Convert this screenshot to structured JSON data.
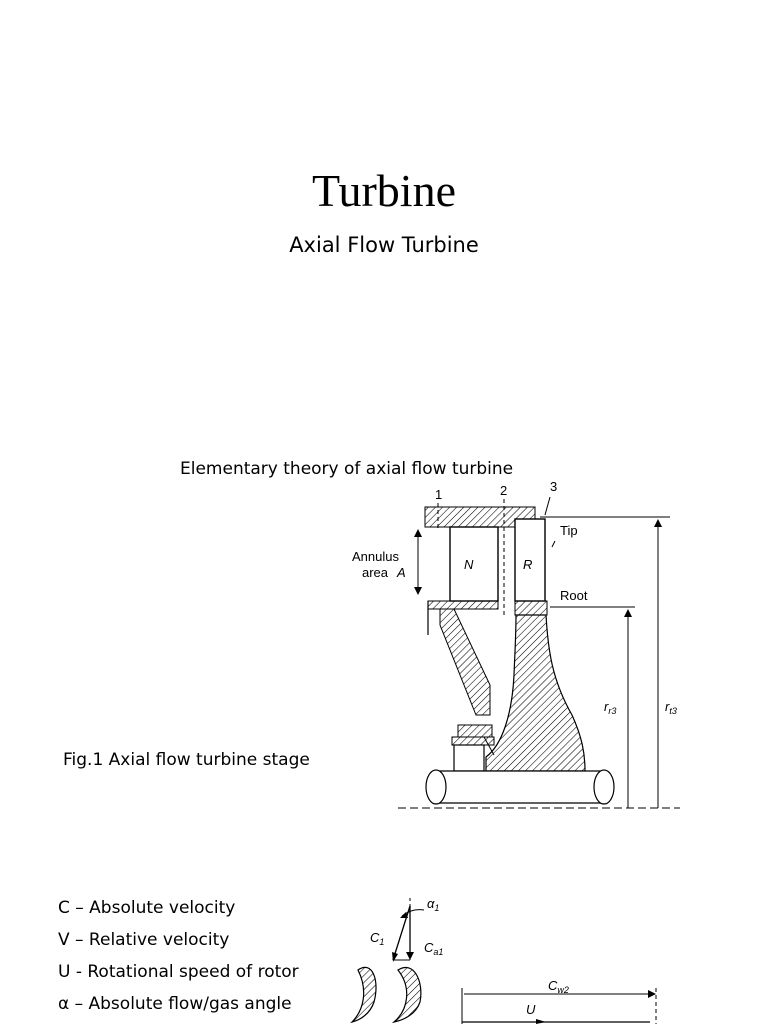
{
  "slide": {
    "title": "Turbine",
    "subtitle": "Axial Flow Turbine",
    "section_heading": "Elementary theory of axial flow turbine",
    "figure_caption": "Fig.1 Axial flow turbine stage"
  },
  "figure1": {
    "station_1": "1",
    "station_2": "2",
    "station_3": "3",
    "tip_label": "Tip",
    "root_label": "Root",
    "annulus_line1": "Annulus",
    "annulus_line2": "area",
    "annulus_var": "A",
    "nozzle_label": "N",
    "rotor_label": "R",
    "root_radius": "r",
    "root_radius_sub": "r3",
    "tip_radius": "r",
    "tip_radius_sub": "t3"
  },
  "legend": [
    "C – Absolute velocity",
    "V – Relative velocity",
    "U  - Rotational speed of rotor",
    "α – Absolute flow/gas angle"
  ],
  "figure2": {
    "alpha_label": "α",
    "alpha_sub": "1",
    "c1_label": "C",
    "c1_sub": "1",
    "ca1_label": "C",
    "ca1_sub": "a1",
    "cw2_label": "C",
    "cw2_sub": "w2",
    "u_label": "U"
  }
}
